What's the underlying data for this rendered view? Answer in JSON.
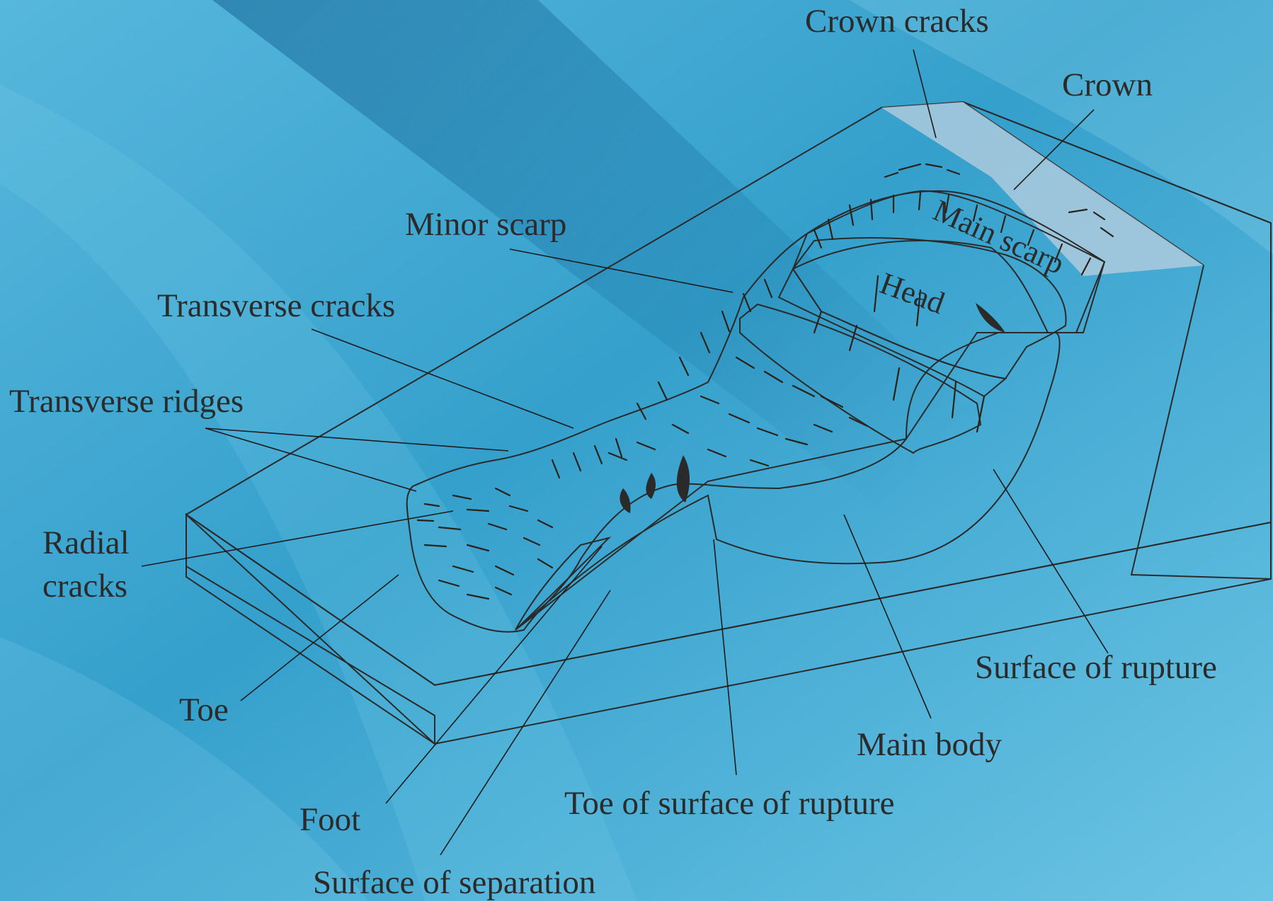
{
  "labels": {
    "crown_cracks": "Crown cracks",
    "crown": "Crown",
    "minor_scarp": "Minor scarp",
    "main_scarp": "Main scarp",
    "head": "Head",
    "transverse_cracks": "Transverse cracks",
    "transverse_ridges": "Transverse ridges",
    "radial_cracks_line1": "Radial",
    "radial_cracks_line2": "cracks",
    "toe": "Toe",
    "foot": "Foot",
    "surface_of_separation": "Surface of separation",
    "toe_of_surface_of_rupture": "Toe of surface of rupture",
    "main_body": "Main body",
    "surface_of_rupture": "Surface of rupture"
  },
  "colors": {
    "background": "#3fa6cf",
    "block_top": "#c2d8e6",
    "block_side": "#7f9fb8",
    "block_front": "#9cb9cf",
    "rupture_brown": "#c98f5e",
    "debris_cream": "#f7ecd6"
  }
}
